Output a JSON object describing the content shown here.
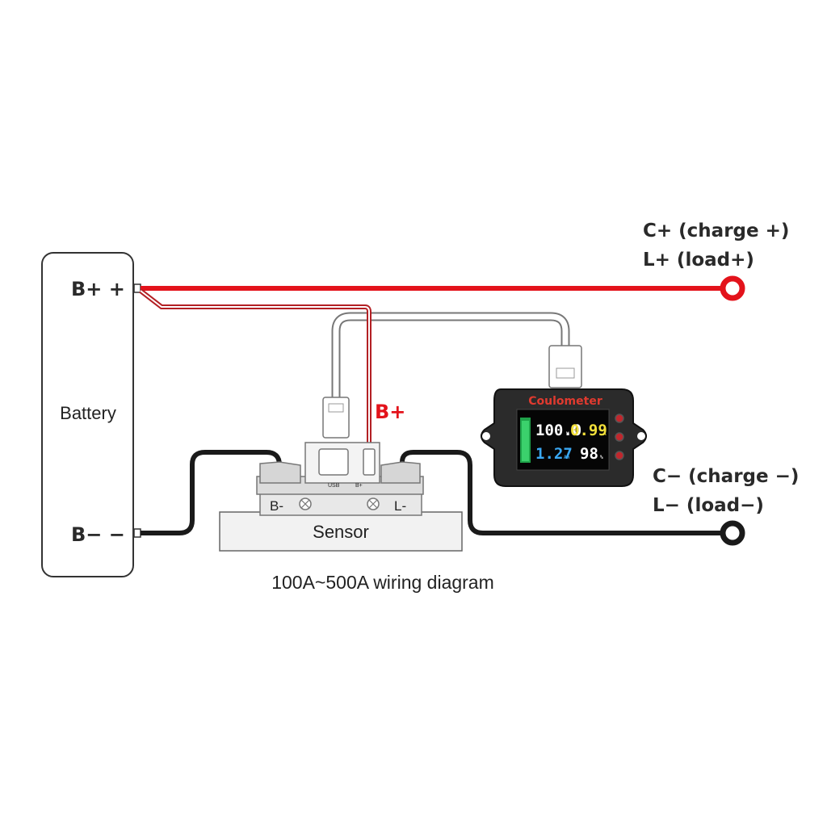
{
  "battery": {
    "label": "Battery",
    "pos_terminal": "B+ +",
    "neg_terminal": "B− −"
  },
  "sensor": {
    "label": "Sensor",
    "left_mark": "B-",
    "right_mark": "L-",
    "port_usb": "USB",
    "port_bplus": "B+"
  },
  "wire_labels": {
    "bplus": "B+"
  },
  "outputs": {
    "positive_line1": "C+ (charge +)",
    "positive_line2": "L+ (load+)",
    "negative_line1": "C− (charge −)",
    "negative_line2": "L− (load−)"
  },
  "meter": {
    "title": "Coulometer",
    "voltage": "100.0",
    "voltage_unit": "V",
    "current": "0.99",
    "current_unit": "A",
    "capacity": "1.27",
    "capacity_unit": "Ah",
    "percent": "98",
    "percent_unit": "%"
  },
  "caption": "100A~500A wiring diagram",
  "colors": {
    "positive_wire": "#e3131b",
    "negative_wire": "#1a1a1a",
    "signal_wire": "#8a8a8a"
  }
}
